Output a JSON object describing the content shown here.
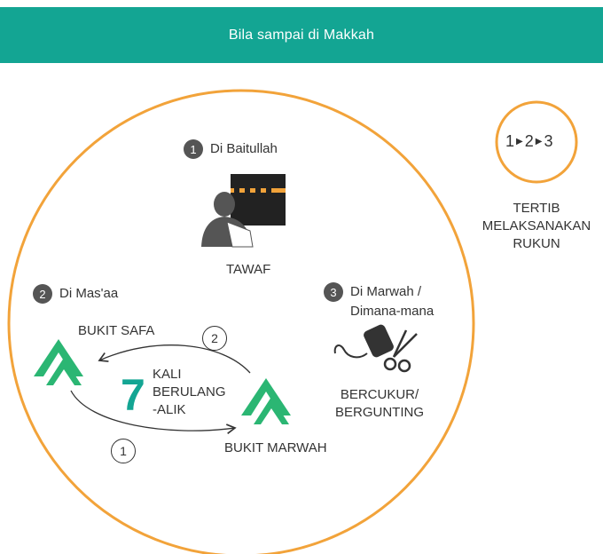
{
  "header": {
    "title": "Bila sampai di Makkah"
  },
  "steps": [
    {
      "number": "1",
      "location": "Di Baitullah",
      "action": "TAWAF"
    },
    {
      "number": "2",
      "location": "Di Mas'aa"
    },
    {
      "number": "3",
      "location_line1": "Di Marwah /",
      "location_line2": "Dimana-mana",
      "action_line1": "BERCUKUR/",
      "action_line2": "BERGUNTING"
    }
  ],
  "saie": {
    "hill_start": "BUKIT SAFA",
    "hill_end": "BUKIT MARWAH",
    "count": "7",
    "count_label_line1": "KALI",
    "count_label_line2": "BERULANG",
    "count_label_line3": "-ALIK",
    "arrow_top_number": "2",
    "arrow_bottom_number": "1"
  },
  "order": {
    "seq": [
      "1",
      "2",
      "3"
    ],
    "label_line1": "TERTIB",
    "label_line2": "MELAKSANAKAN",
    "label_line3": "RUKUN"
  },
  "colors": {
    "brand": "#13a593",
    "ring": "#f2a33a",
    "badge": "#555555",
    "hill": "#2bb673"
  },
  "icons": [
    "kaaba-pilgrim-icon",
    "mountain-icon",
    "clipper-icon",
    "scissors-icon",
    "play-arrow-icon"
  ]
}
